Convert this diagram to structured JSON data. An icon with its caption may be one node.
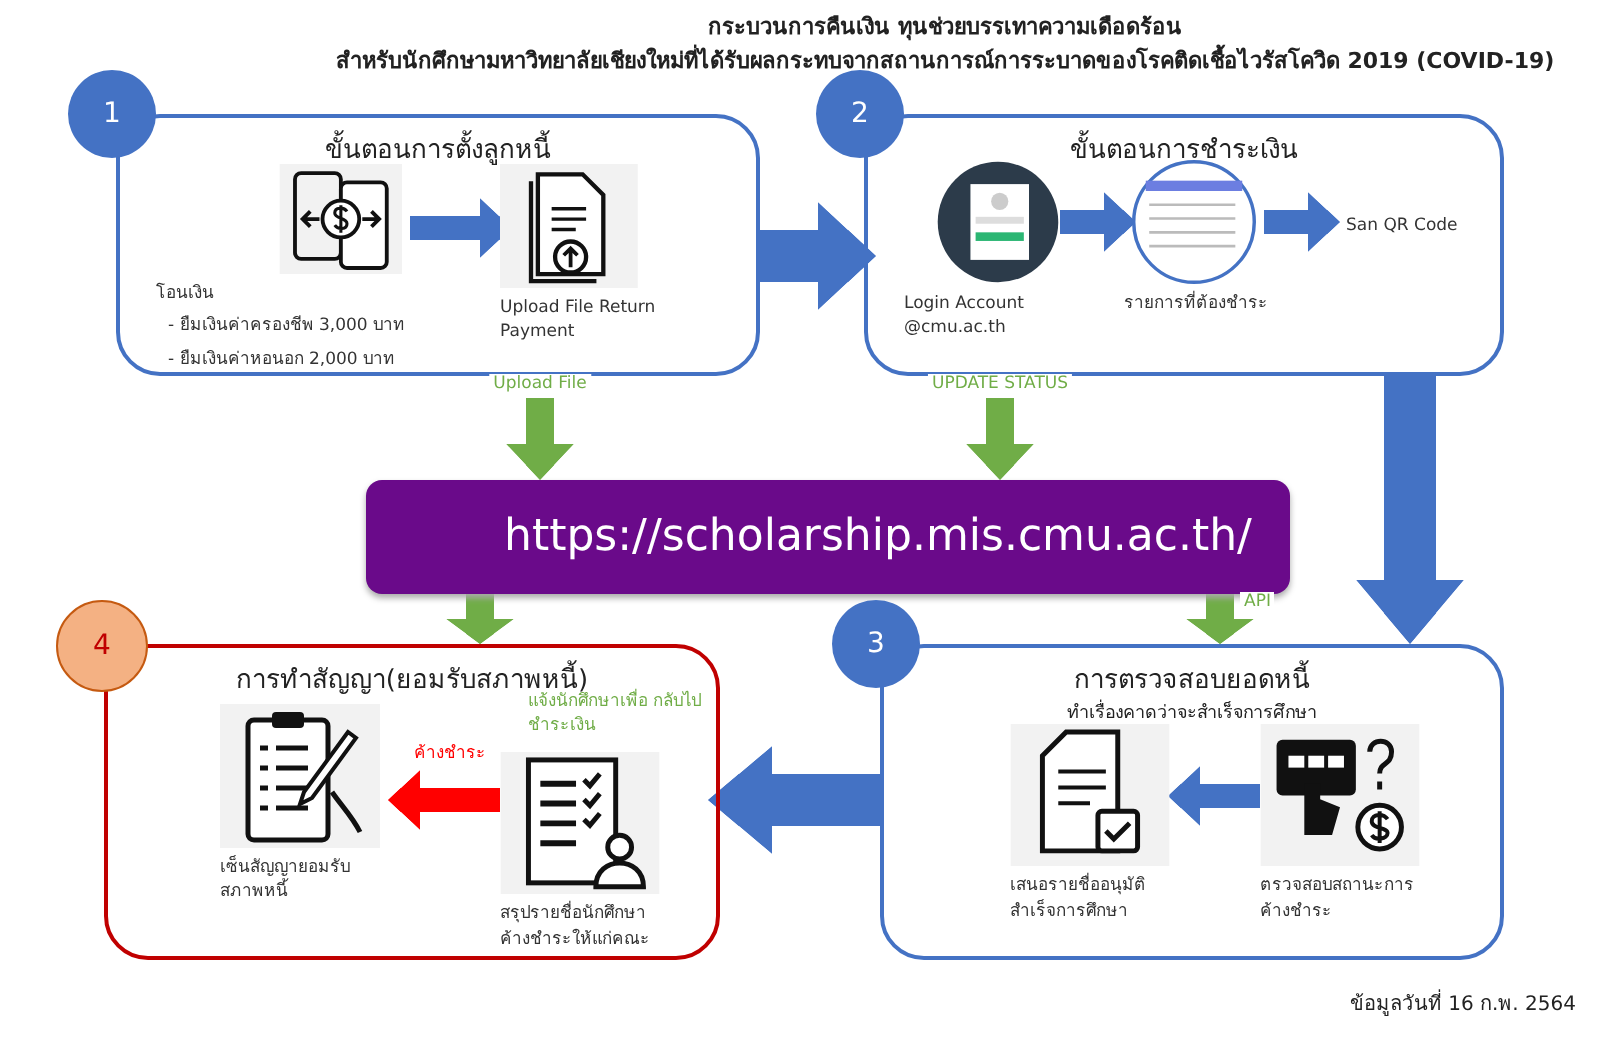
{
  "diagram": {
    "title": "กระบวนการคืนเงิน ทุนช่วยบรรเทาความเดือดร้อน สำหรับนักศึกษามหาวิทยาลัยเชียงใหม่ที่ได้รับผลกระทบจากสถานการณ์การระบาดของโรคติดเชื้อไวรัสโควิด 2019 (COVID-19)",
    "nodes": [
      {
        "text": [
          "1",
          "ขั้นตอนการตั้งลูกหนี้"
        ]
      },
      {
        "text": [
          "โอนเงิน",
          "- ยืมเงินค่าครองชีพ 3,000 บาท",
          "- ยืมเงินค่าหอนอก 2,000 บาท"
        ],
        "in": 0
      },
      {
        "text": [
          "Upload File Return Payment"
        ],
        "in": 0
      },
      {
        "text": [
          "2",
          "ขั้นตอนการชำระเงิน"
        ]
      },
      {
        "text": [
          "Login Account @cmu.ac.th"
        ],
        "in": 3
      },
      {
        "text": [
          "รายการที่ต้องชำระ"
        ],
        "in": 3
      },
      {
        "text": [
          "San QR Code"
        ],
        "in": 3
      },
      {
        "text": [
          "https://scholarship.mis.cmu.ac.th/"
        ]
      },
      {
        "text": [
          "3",
          "การตรวจสอบยอดหนี้",
          "ทำเรื่องคาดว่าจะสำเร็จการศึกษา"
        ]
      },
      {
        "text": [
          "ตรวจสอบสถานะการ ค้างชำระ"
        ],
        "in": 8
      },
      {
        "text": [
          "เสนอรายชื่ออนุมัติ สำเร็จการศึกษา"
        ],
        "in": 8
      },
      {
        "text": [
          "4",
          "การทำสัญญา(ยอมรับสภาพหนี้)"
        ]
      },
      {
        "text": [
          "สรุปรายชื่อนักศึกษา ค้างชำระให้แก่คณะ"
        ],
        "in": 11
      },
      {
        "text": [
          "เซ็นสัญญายอมรับ สภาพหนี้"
        ],
        "in": 11
      }
    ],
    "edges": [
      {
        "from": 1,
        "to": 2,
        "arrow": "to"
      },
      {
        "from": 0,
        "to": 3,
        "arrow": "to",
        "style": "thick"
      },
      {
        "from": 0,
        "to": 7,
        "arrow": "to",
        "label": "Upload File",
        "color": "#70ad47"
      },
      {
        "from": 3,
        "to": 7,
        "arrow": "to",
        "label": "UPDATE STATUS",
        "color": "#70ad47"
      },
      {
        "from": 3,
        "to": 8,
        "arrow": "to",
        "style": "thick"
      },
      {
        "from": 4,
        "to": 5,
        "arrow": "to"
      },
      {
        "from": 5,
        "to": 6,
        "arrow": "to"
      },
      {
        "from": 7,
        "to": 11,
        "arrow": "to",
        "label": "แจ้งนักศึกษาเพื่อ กลับไปชำระเงิน",
        "color": "#70ad47"
      },
      {
        "from": 7,
        "to": 8,
        "arrow": "to",
        "label": "API",
        "color": "#70ad47"
      },
      {
        "from": 9,
        "to": 10,
        "arrow": "to"
      },
      {
        "from": 8,
        "to": 11,
        "arrow": "to",
        "style": "thick"
      },
      {
        "from": 12,
        "to": 13,
        "arrow": "to",
        "label": "ค้างชำระ",
        "color": "#ff0000"
      }
    ],
    "labels": [
      "ข้อมูลวันที่ 16 ก.พ. 2564"
    ]
  }
}
